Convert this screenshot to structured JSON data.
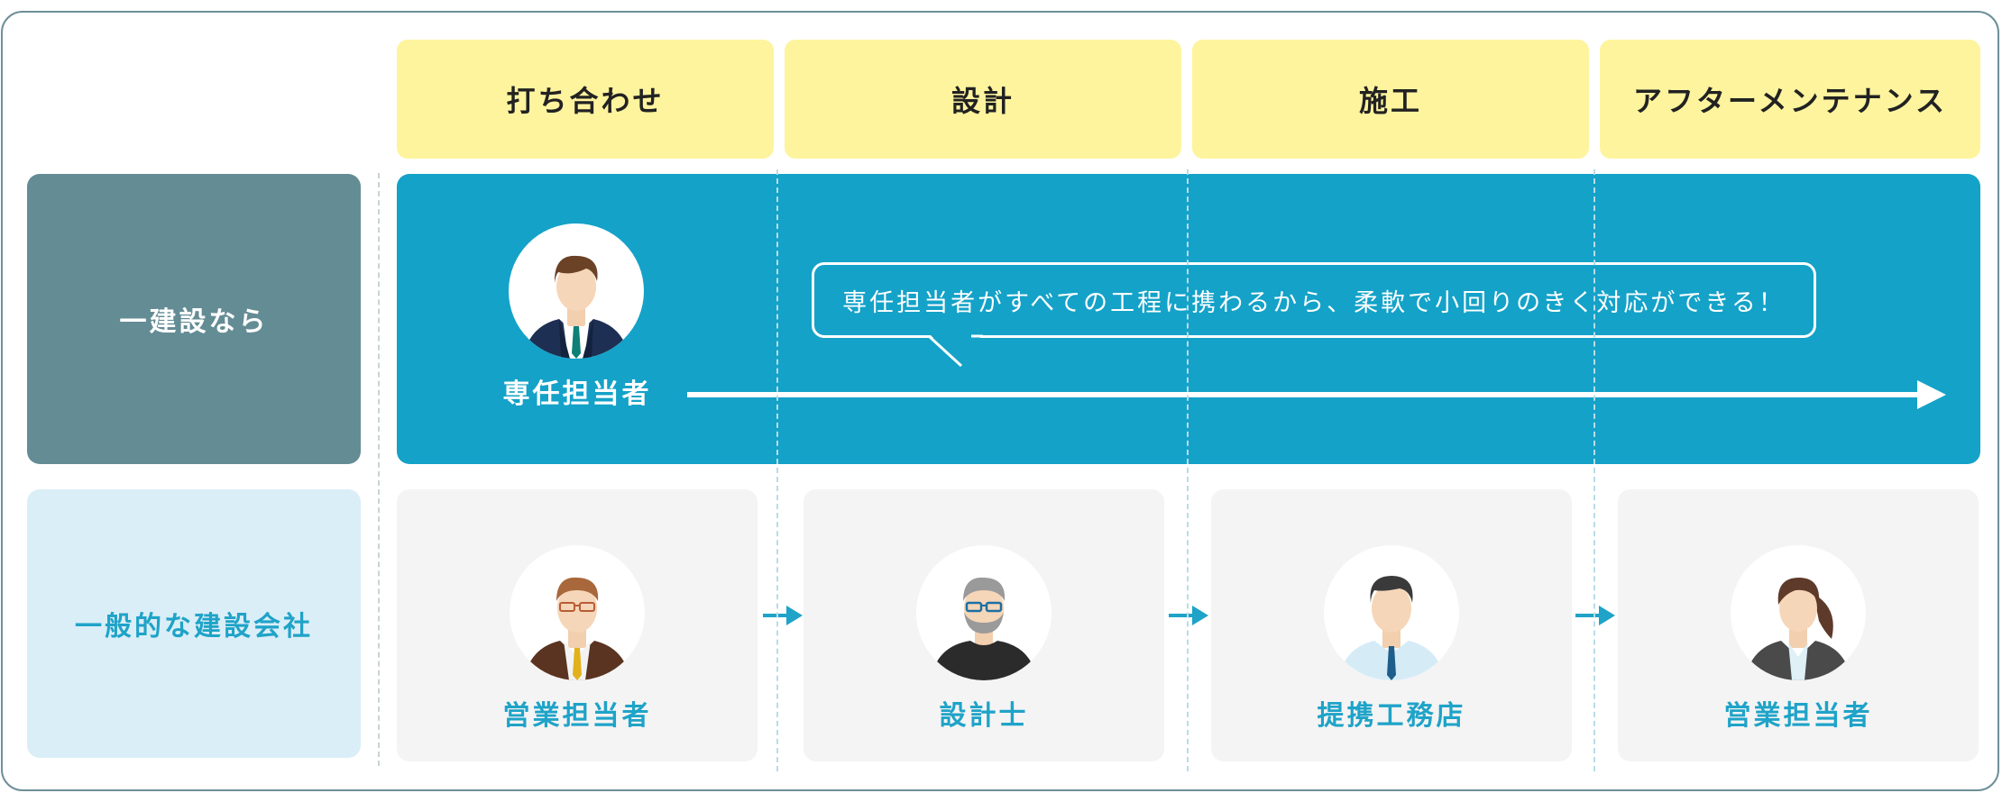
{
  "phases": [
    {
      "label": "打ち合わせ"
    },
    {
      "label": "設計"
    },
    {
      "label": "施工"
    },
    {
      "label": "アフターメンテナンス"
    }
  ],
  "rows": {
    "ours": {
      "label": "一建設なら",
      "representative": "専任担当者",
      "speech": "専任担当者がすべての工程に携わるから、柔軟で小回りのきく対応ができる！"
    },
    "general": {
      "label": "一般的な建設会社",
      "steps": [
        {
          "label": "営業担当者",
          "icon": "male-sales-glasses-avatar-icon"
        },
        {
          "label": "設計士",
          "icon": "designer-bearded-avatar-icon"
        },
        {
          "label": "提携工務店",
          "icon": "contractor-avatar-icon"
        },
        {
          "label": "営業担当者",
          "icon": "female-sales-avatar-icon"
        }
      ]
    }
  },
  "colors": {
    "phase_bg": "#fef49e",
    "ours_band": "#14a2c8",
    "ours_label_bg": "#648c95",
    "general_label_bg": "#daeef7",
    "accent_text": "#1fa3c8",
    "card_bg": "#f4f4f4"
  }
}
